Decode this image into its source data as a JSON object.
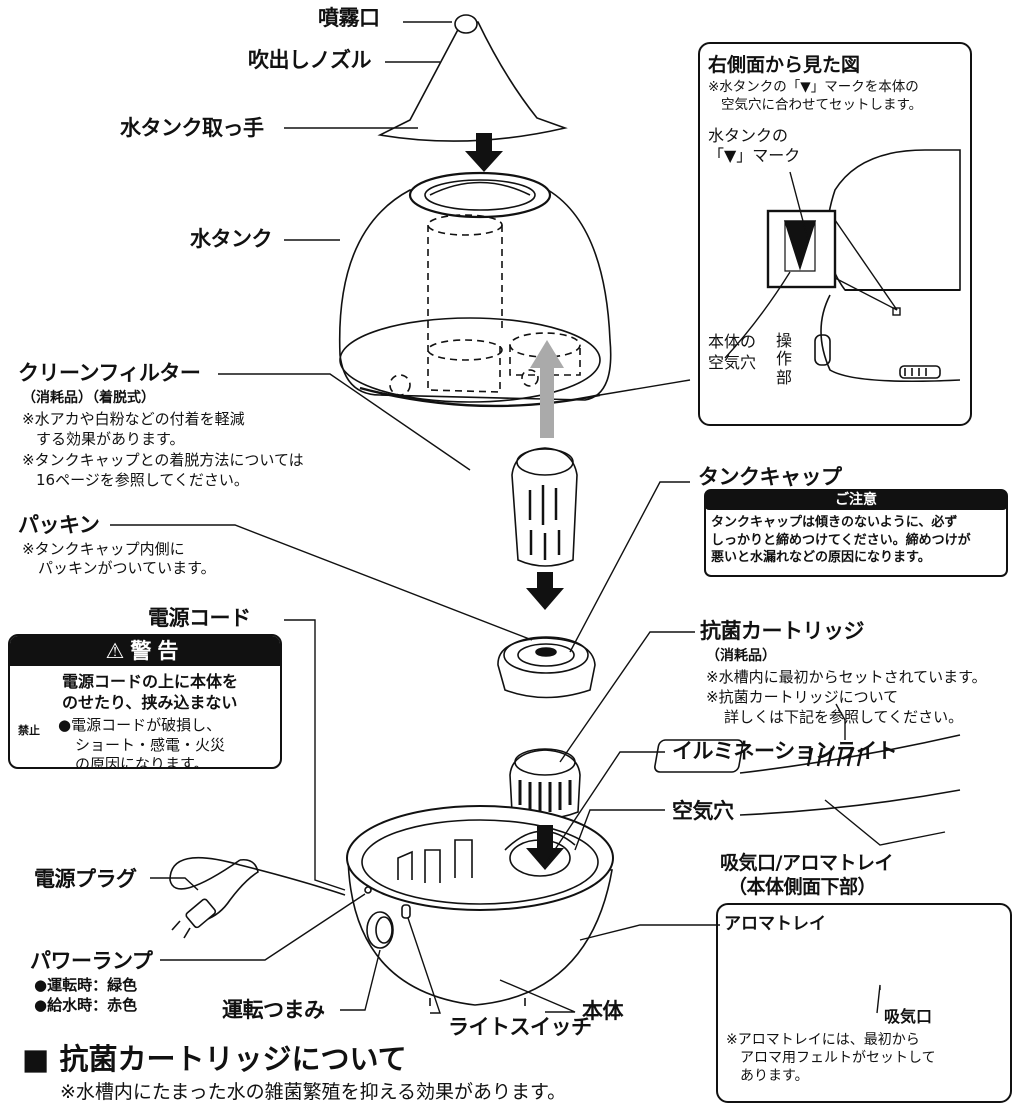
{
  "labels": {
    "mist_outlet": "噴霧口",
    "nozzle": "吹出しノズル",
    "tank_handle": "水タンク取っ手",
    "water_tank": "水タンク",
    "clean_filter": "クリーンフィルター",
    "clean_filter_sub": "（消耗品）（着脱式）",
    "clean_filter_note1a": "※水アカや白粉などの付着を軽減",
    "clean_filter_note1b": "する効果があります。",
    "clean_filter_note2a": "※タンクキャップとの着脱方法については",
    "clean_filter_note2b": "16ページを参照してください。",
    "packing": "パッキン",
    "packing_note_a": "※タンクキャップ内側に",
    "packing_note_b": "パッキンがついています。",
    "power_cord": "電源コード",
    "power_plug": "電源プラグ",
    "power_lamp": "パワーランプ",
    "lamp_running": "●運転時：緑色",
    "lamp_refill": "●給水時：赤色",
    "dial": "運転つまみ",
    "light_switch": "ライトスイッチ",
    "body": "本体",
    "air_hole": "空気穴",
    "illumination": "イルミネーションライト",
    "tank_cap": "タンクキャップ",
    "cartridge": "抗菌カートリッジ",
    "cartridge_sub": "（消耗品）",
    "cartridge_note1": "※水槽内に最初からセットされています。",
    "cartridge_note2a": "※抗菌カートリッジについて",
    "cartridge_note2b": "詳しくは下記を参照してください。",
    "intake_title_a": "吸気口/アロマトレイ",
    "intake_title_b": "（本体側面下部）"
  },
  "caution": {
    "title": "ご注意",
    "line1": "タンクキャップは傾きのないように、必ず",
    "line2": "しっかりと締めつけてください。締めつけが",
    "line3": "悪いと水漏れなどの原因になります。"
  },
  "warning": {
    "title": "⚠警告",
    "line1": "電源コードの上に本体を",
    "line2": "のせたり、挟み込まない",
    "bullet_a": "●電源コードが破損し、",
    "bullet_b": "ショート・感電・火災",
    "bullet_c": "の原因になります。",
    "prohibit_label": "禁止",
    "prohibit_icon": "prohibit-icon"
  },
  "side_view": {
    "title": "右側面から見た図",
    "note_a": "※水タンクの「▼」マークを本体の",
    "note_b": "空気穴に合わせてセットします。",
    "mark_a": "水タンクの",
    "mark_b": "「▼」マーク",
    "air_a": "本体の",
    "air_b": "空気穴",
    "control_a": "操",
    "control_b": "作",
    "control_c": "部"
  },
  "aroma": {
    "tray_label": "アロマトレイ",
    "intake_label": "吸気口",
    "note_a": "※アロマトレイには、最初から",
    "note_b": "アロマ用フェルトがセットして",
    "note_c": "あります。"
  },
  "section": {
    "title": "■ 抗菌カートリッジについて",
    "text": "※水槽内にたまった水の雑菌繁殖を抑える効果があります。"
  }
}
